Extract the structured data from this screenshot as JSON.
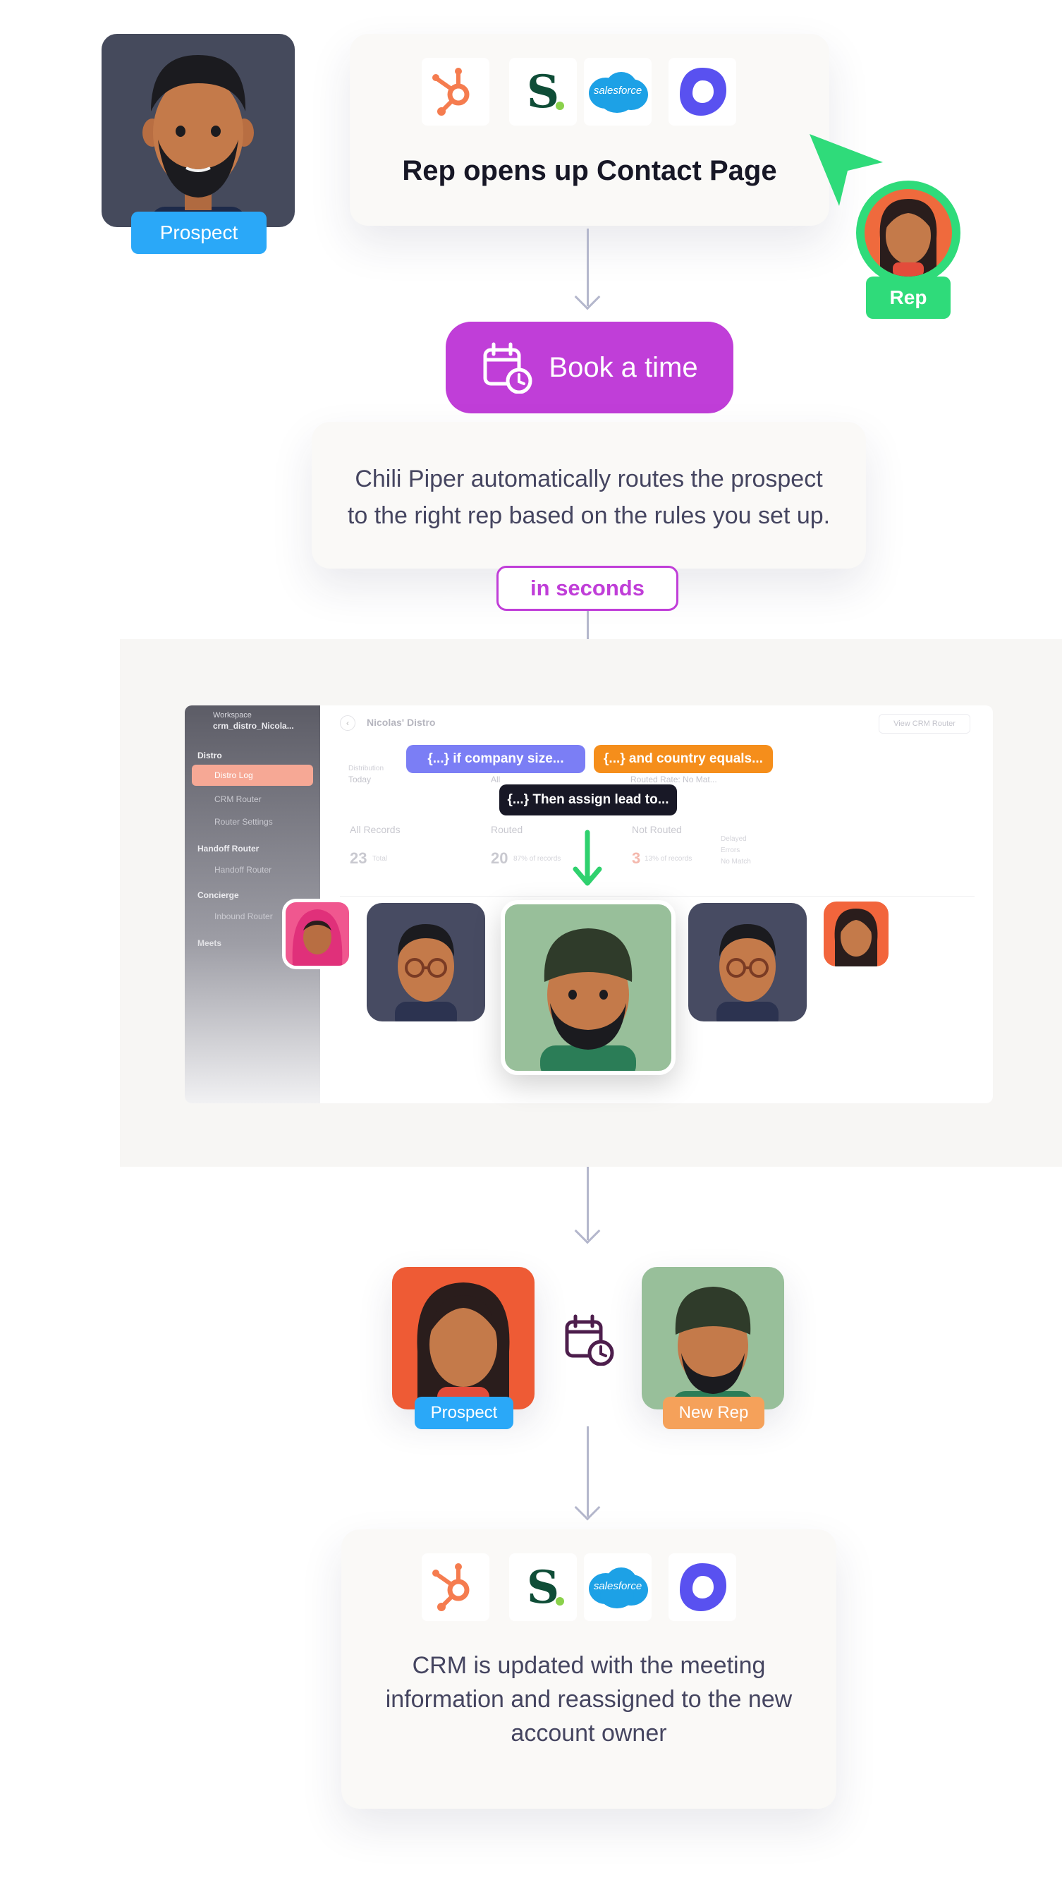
{
  "step1": {
    "title": "Rep opens up Contact Page",
    "logos": [
      {
        "name": "hubspot-icon",
        "color": "#f57c4f"
      },
      {
        "name": "s-logo-icon",
        "text": "S",
        "color": "#0f4d37",
        "dot_color": "#8ad14b"
      },
      {
        "name": "salesforce-icon",
        "text": "salesforce",
        "color": "#1da1e6"
      },
      {
        "name": "outreach-icon",
        "color": "#5951f0"
      }
    ]
  },
  "prospect_top": {
    "label": "Prospect",
    "bg": "#454a5c",
    "badge_color": "#2aa8f8"
  },
  "rep": {
    "label": "Rep",
    "color": "#2fdb7a"
  },
  "book_button": {
    "label": "Book a time",
    "color": "#c03ed8"
  },
  "routing_card": {
    "line1": "Chili Piper automatically routes the prospect",
    "line2": "to the right rep based on the rules you set up."
  },
  "in_seconds": {
    "label": "in seconds",
    "color": "#c03ed8"
  },
  "dashboard": {
    "workspace_label": "Workspace",
    "workspace_name": "crm_distro_Nicola...",
    "sidebar": {
      "section_distro": "Distro",
      "items_distro": [
        "Distro Log",
        "CRM Router",
        "Router Settings"
      ],
      "section_handoff": "Handoff Router",
      "items_handoff": [
        "Handoff Router"
      ],
      "section_concierge": "Concierge",
      "items_concierge": [
        "Inbound Router"
      ],
      "section_meets": "Meets"
    },
    "page_title": "Nicolas' Distro",
    "view_crm_button": "View CRM Router",
    "distribution_label": "Distribution",
    "distribution_value": "Today",
    "filter_all": "All",
    "filter_routed": "Routed Rate: No Mat...",
    "stats": [
      {
        "label": "All Records",
        "value": "23",
        "sub": "Total"
      },
      {
        "label": "Routed",
        "value": "20",
        "sub": "87% of records"
      },
      {
        "label": "Not Routed",
        "value": "3",
        "sub": "13% of records"
      }
    ],
    "legend": [
      "Delayed",
      "Errors",
      "No Match"
    ]
  },
  "rules": {
    "rule1": {
      "label": "{...} if company size...",
      "color": "#7b7ef5"
    },
    "rule2": {
      "label": "{...} and country equals...",
      "color": "#f58e1b"
    },
    "rule3": {
      "label": "{...} Then assign lead to...",
      "color": "#181826"
    }
  },
  "pick_arrow_color": "#2fd16e",
  "reps_row": [
    {
      "name": "rep-pink-hijab",
      "bg": "#f0578f"
    },
    {
      "name": "rep-glasses-1",
      "bg": "#474b62"
    },
    {
      "name": "rep-beanie-selected",
      "bg": "#98bf9a"
    },
    {
      "name": "rep-glasses-2",
      "bg": "#474b62"
    },
    {
      "name": "rep-orange",
      "bg": "#f2653c"
    }
  ],
  "meeting": {
    "prospect_label": "Prospect",
    "prospect_bg": "#ee5b35",
    "prospect_badge": "#2aa8f8",
    "new_rep_label": "New Rep",
    "new_rep_bg": "#98bf9a",
    "new_rep_badge": "#f5a15a",
    "calendar_color": "#4d1e4c"
  },
  "crm_card": {
    "line1": "CRM is updated with the meeting",
    "line2": "information and reassigned to the new",
    "line3": "account owner"
  }
}
